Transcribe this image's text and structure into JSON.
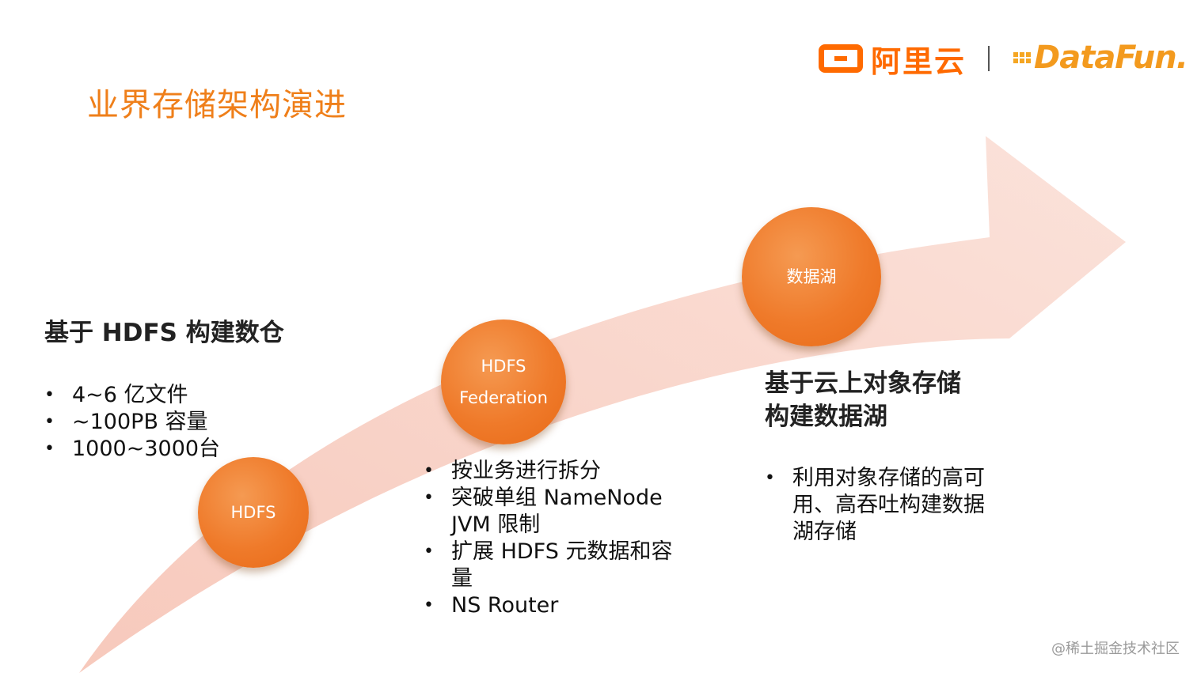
{
  "title": "业界存储架构演进",
  "logos": {
    "aliyun": "阿里云",
    "datafun": "DataFun."
  },
  "stages": [
    {
      "circle_lines": [
        "HDFS"
      ],
      "heading_lines": [
        "基于 HDFS 构建数仓"
      ],
      "bullets": [
        [
          "4~6 亿文件"
        ],
        [
          "~100PB 容量"
        ],
        [
          "1000~3000台"
        ]
      ]
    },
    {
      "circle_lines": [
        "HDFS",
        "Federation"
      ],
      "heading_lines": [],
      "bullets": [
        [
          "按业务进行拆分"
        ],
        [
          "突破单组 NameNode",
          "JVM 限制"
        ],
        [
          "扩展 HDFS 元数据和容",
          "量"
        ],
        [
          "NS Router"
        ]
      ]
    },
    {
      "circle_lines": [
        "数据湖"
      ],
      "heading_lines": [
        "基于云上对象存储",
        "构建数据湖"
      ],
      "bullets": [
        [
          "利用对象存储的高可",
          "用、高吞吐构建数据",
          "湖存储"
        ]
      ]
    }
  ],
  "watermark": "@稀土掘金技术社区",
  "colors": {
    "accent": "#ef7f1a",
    "arrow": "#f8d2c8",
    "circle": "#ef7a2a"
  }
}
